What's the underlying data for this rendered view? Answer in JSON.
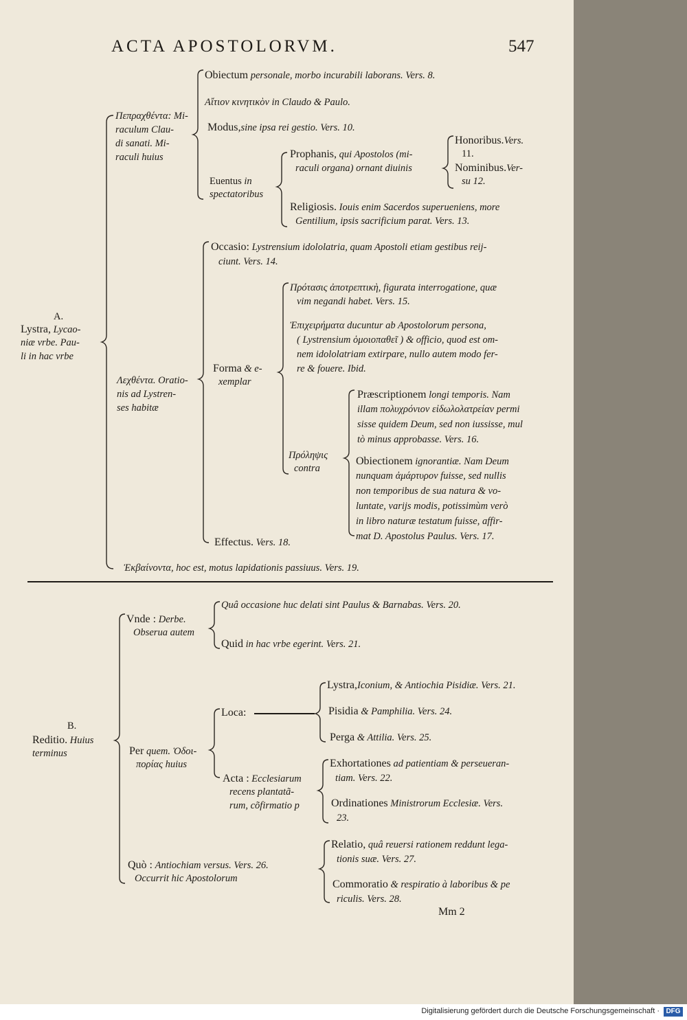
{
  "header": {
    "title": "ACTA APOSTOLORVM.",
    "page_number": "547"
  },
  "section_a": {
    "label": "A.",
    "head_1": "Lystra,",
    "head_1_it": "Lycao-",
    "head_2": "niæ vrbe. Pau-",
    "head_3": "li in hac vrbe",
    "pragma": {
      "l1": "Πεπραχθέντα: Mi-",
      "l2": "raculum Clau-",
      "l3": "di sanati. Mi-",
      "l4": "raculi huius",
      "obiectum_word": "Obiectum",
      "obiectum_rest": "personale, morbo incurabili laborans. Vers. 8.",
      "aition": "Αἴτιον κινητικὸν in Claudo & Paulo.",
      "modus_word": "Modus,",
      "modus_rest": "sine ipsa rei gestio. Vers. 10.",
      "euentus_1": "Euentus",
      "euentus_1_it": "in",
      "euentus_2": "spectatoribus",
      "prophanis_word": "Prophanis,",
      "prophanis_rest": "qui Apostolos (mi-",
      "prophanis_2": "raculi organa) ornant diuinis",
      "honoribus": "Honoribus.",
      "honoribus_it": "Vers.",
      "honoribus_2": "11.",
      "nominibus": "Nominibus.",
      "nominibus_it": "Ver-",
      "nominibus_2": "su 12.",
      "religiosis_word": "Religiosis.",
      "religiosis_rest": "Iouis enim Sacerdos superueniens, more",
      "religiosis_2": "Gentilium, ipsis sacrificium parat. Vers. 13."
    },
    "lechthenta": {
      "l1": "Λεχθέντα. Oratio-",
      "l2": "nis ad Lystren-",
      "l3": "ses habitæ",
      "occasio_word": "Occasio:",
      "occasio_rest": "Lystrensium idololatria, quam Apostoli etiam gestibus reij-",
      "occasio_2": "ciunt. Vers. 14.",
      "forma_1": "Forma",
      "forma_1_it": "& e-",
      "forma_2": "xemplar",
      "protasis_1": "Πρότασις ἀποτρεπτικὴ, figurata interrogatione, quæ",
      "protasis_2": "vim negandi habet. Vers. 15.",
      "epicheir_1": "Ἐπιχειρήματα ducuntur ab Apostolorum persona,",
      "epicheir_2": "( Lystrensium ὁμοιοπαθεῖ ) & officio, quod est om-",
      "epicheir_3": "nem idololatriam extirpare, nullo autem modo fer-",
      "epicheir_4": "re & fouere. Ibid.",
      "prolepsis_1": "Πρόληψις",
      "prolepsis_2": "contra",
      "praescr_word": "Præscriptionem",
      "praescr_rest": "longi temporis. Nam",
      "praescr_2": "illam πολυχρόνιον εἰδωλολατρείαν permi",
      "praescr_3": "sisse quidem Deum, sed non iussisse, mul",
      "praescr_4": "tò minus approbasse. Vers. 16.",
      "obiect_word": "Obiectionem",
      "obiect_rest": "ignorantiæ. Nam Deum",
      "obiect_2": "nunquam ἀμάρτυρον fuisse, sed nullis",
      "obiect_3": "non temporibus de sua natura & vo-",
      "obiect_4": "luntate, varijs modis, potissimùm verò",
      "obiect_5": "in libro naturæ testatum fuisse, affir-",
      "obiect_6": "mat D. Apostolus Paulus. Vers. 17.",
      "effectus_word": "Effectus.",
      "effectus_rest": "Vers. 18."
    },
    "exoditeon": "Ἐκβαίνοντα, hoc est, motus lapidationis passiuus. Vers. 19."
  },
  "section_b": {
    "label": "B.",
    "head_1": "Reditio.",
    "head_1_it": "Huius",
    "head_2": "terminus",
    "unde_1": "Vnde :",
    "unde_1_it": "Derbe.",
    "unde_2": "Obserua autem",
    "qua_occasione": "Quâ occasione huc delati sint Paulus & Barnabas. Vers. 20.",
    "quid_word": "Quid",
    "quid_rest": "in hac vrbe egerint. Vers. 21.",
    "per_1": "Per",
    "per_1_it": "quem. Ὁδοι-",
    "per_2": "πορίας huius",
    "loca_word": "Loca:",
    "lystra_word": "Lystra,",
    "lystra_rest": "Iconium, & Antiochia Pisidiæ. Vers. 21.",
    "pisidia_word": "Pisidia",
    "pisidia_rest": "& Pamphilia. Vers. 24.",
    "perga_word": "Perga",
    "perga_rest": "& Attilia. Vers. 25.",
    "acta_1": "Acta :",
    "acta_1_it": "Ecclesiarum",
    "acta_2": "recens plantatã-",
    "acta_3": "rum, cõfirmatio p",
    "exhort_word": "Exhortationes",
    "exhort_rest": "ad patientiam & perseueran-",
    "exhort_2": "tiam. Vers. 22.",
    "ordin_word": "Ordinationes",
    "ordin_rest": "Ministrorum Ecclesiæ. Vers.",
    "ordin_2": "23.",
    "quo_1": "Quò :",
    "quo_1_it": "Antiochiam versus. Vers. 26.",
    "quo_2": "Occurrit hic Apostolorum",
    "relatio_word": "Relatio,",
    "relatio_rest": "quâ reuersi rationem reddunt lega-",
    "relatio_2": "tionis suæ. Vers. 27.",
    "commor_word": "Commoratio",
    "commor_rest": "& respiratio à laboribus & pe",
    "commor_2": "riculis. Vers. 28."
  },
  "signature": "Mm 2",
  "footer": {
    "credit": "Digitalisierung gefördert durch die Deutsche Forschungsgemeinschaft ·",
    "logo": "DFG"
  }
}
